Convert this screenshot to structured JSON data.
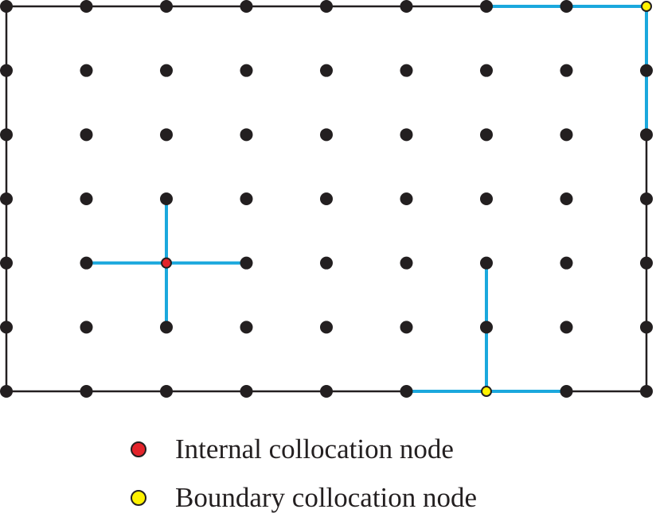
{
  "grid": {
    "columns": 9,
    "rows": 7
  },
  "colors": {
    "node": "#231f20",
    "border": "#231f20",
    "stencil": "#1ba8dd",
    "internal_node": "#e3242b",
    "boundary_node": "#fff200"
  },
  "internal_node": {
    "col": 2,
    "row": 4
  },
  "boundary_nodes": [
    {
      "col": 8,
      "row": 0
    },
    {
      "col": 6,
      "row": 6
    }
  ],
  "stencils": [
    {
      "center": {
        "col": 2,
        "row": 4
      },
      "neighbors": [
        [
          1,
          4
        ],
        [
          3,
          4
        ],
        [
          2,
          3
        ],
        [
          2,
          5
        ]
      ]
    },
    {
      "center": {
        "col": 8,
        "row": 0
      },
      "neighbors": [
        [
          6,
          0
        ],
        [
          8,
          2
        ]
      ]
    },
    {
      "center": {
        "col": 6,
        "row": 6
      },
      "neighbors": [
        [
          5,
          6
        ],
        [
          7,
          6
        ],
        [
          6,
          4
        ]
      ]
    }
  ],
  "legend": {
    "internal": {
      "label": "Internal collocation node"
    },
    "boundary": {
      "label": "Boundary collocation node"
    }
  }
}
